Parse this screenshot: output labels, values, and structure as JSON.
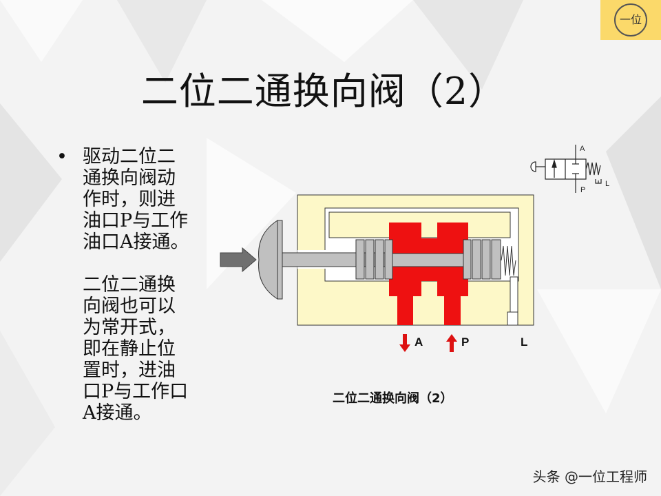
{
  "logo": {
    "text": "一位"
  },
  "title": "二位二通换向阀（2）",
  "bullet": {
    "marker": "•",
    "para1": [
      "驱动二位二",
      "通换向阀动",
      "作时，则进",
      "油口P与工作",
      "油口A接通。"
    ],
    "para2": [
      "二位二通换",
      "向阀也可以",
      "为常开式，",
      "即在静止位",
      "置时，进油",
      "口P与工作口",
      "A接通。"
    ]
  },
  "diagram": {
    "symbol_labels": {
      "a": "A",
      "p": "P",
      "l": "L"
    },
    "port_labels": {
      "a": "A",
      "p": "P",
      "l": "L"
    },
    "caption": "二位二通换向阀（2）",
    "colors": {
      "body": "#fdf8c8",
      "fluid": "#ee1111",
      "metal": "#c0c0c0",
      "arrow": "#707070"
    }
  },
  "watermark": "头条 @一位工程师"
}
